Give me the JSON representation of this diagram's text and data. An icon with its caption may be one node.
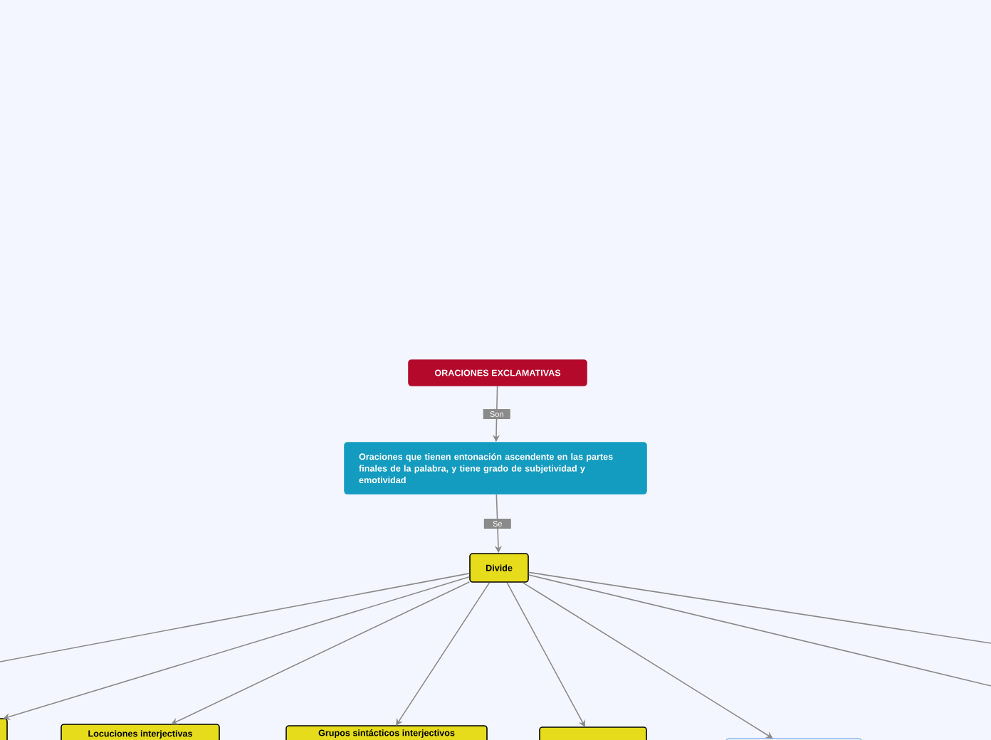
{
  "diagram": {
    "nodes": [
      {
        "text": [
          "ORACIONES EXCLAMATIVAS"
        ]
      },
      {
        "text": [
          "Oraciones que tienen entonación ascendente en las partes finales de la palabra, y tiene grado de subjetividad y emotividad"
        ]
      },
      {
        "text": [
          "Divide"
        ]
      },
      {
        "text": [],
        "shape": "box"
      },
      {
        "text": [
          "Locuciones interjectivas"
        ]
      },
      {
        "text": [
          "Grupos sintácticos interjectivos"
        ]
      },
      {
        "text": [],
        "shape": "box"
      },
      {
        "text": [],
        "shape": "box"
      }
    ],
    "edges": [
      {
        "from": 0,
        "to": 1,
        "arrow": "to",
        "label": "Son"
      },
      {
        "from": 1,
        "to": 2,
        "arrow": "to",
        "label": "Se"
      },
      {
        "from": 2,
        "to": null,
        "arrow": "none"
      },
      {
        "from": 2,
        "to": 3,
        "arrow": "to"
      },
      {
        "from": 2,
        "to": 4,
        "arrow": "to"
      },
      {
        "from": 2,
        "to": 5,
        "arrow": "to"
      },
      {
        "from": 2,
        "to": 6,
        "arrow": "to"
      },
      {
        "from": 2,
        "to": 7,
        "arrow": "to"
      },
      {
        "from": 2,
        "to": null,
        "arrow": "none"
      },
      {
        "from": 2,
        "to": null,
        "arrow": "none"
      }
    ]
  }
}
